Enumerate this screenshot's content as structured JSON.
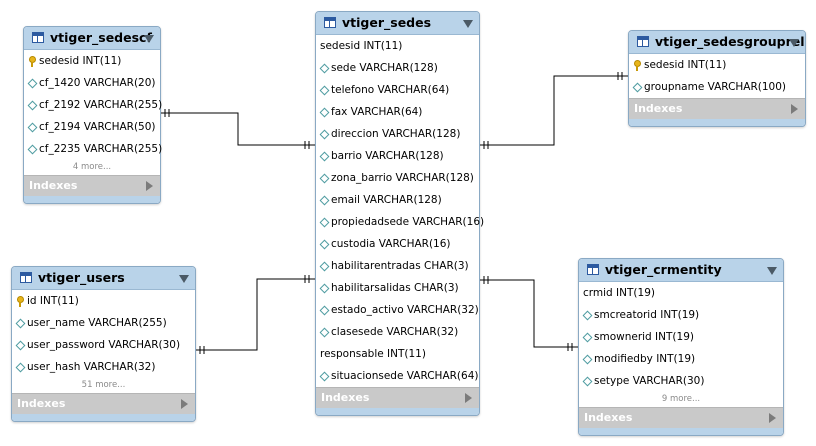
{
  "tables": [
    {
      "id": "vtiger_sedescf",
      "title": "vtiger_sedescf",
      "columns": [
        {
          "text": "sedesid INT(11)",
          "icon": "primary-key-icon"
        },
        {
          "text": "cf_1420 VARCHAR(20)",
          "icon": "column-diamond-icon"
        },
        {
          "text": "cf_2192 VARCHAR(255)",
          "icon": "column-diamond-icon"
        },
        {
          "text": "cf_2194 VARCHAR(50)",
          "icon": "column-diamond-icon"
        },
        {
          "text": "cf_2235 VARCHAR(255)",
          "icon": "column-diamond-icon"
        }
      ],
      "more": "4 more...",
      "indexes_label": "Indexes"
    },
    {
      "id": "vtiger_sedes",
      "title": "vtiger_sedes",
      "columns": [
        {
          "text": "sedesid INT(11)",
          "icon": ""
        },
        {
          "text": "sede VARCHAR(128)",
          "icon": "column-diamond-icon"
        },
        {
          "text": "telefono VARCHAR(64)",
          "icon": "column-diamond-icon"
        },
        {
          "text": "fax VARCHAR(64)",
          "icon": "column-diamond-icon"
        },
        {
          "text": "direccion VARCHAR(128)",
          "icon": "column-diamond-icon"
        },
        {
          "text": "barrio VARCHAR(128)",
          "icon": "column-diamond-icon"
        },
        {
          "text": "zona_barrio VARCHAR(128)",
          "icon": "column-diamond-icon"
        },
        {
          "text": "email VARCHAR(128)",
          "icon": "column-diamond-icon"
        },
        {
          "text": "propiedadsede VARCHAR(16)",
          "icon": "column-diamond-icon"
        },
        {
          "text": "custodia VARCHAR(16)",
          "icon": "column-diamond-icon"
        },
        {
          "text": "habilitarentradas CHAR(3)",
          "icon": "column-diamond-icon"
        },
        {
          "text": "habilitarsalidas CHAR(3)",
          "icon": "column-diamond-icon"
        },
        {
          "text": "estado_activo VARCHAR(32)",
          "icon": "column-diamond-icon"
        },
        {
          "text": "clasesede VARCHAR(32)",
          "icon": "column-diamond-icon"
        },
        {
          "text": "responsable INT(11)",
          "icon": ""
        },
        {
          "text": "situacionsede VARCHAR(64)",
          "icon": "column-diamond-icon"
        }
      ],
      "more": "",
      "indexes_label": "Indexes"
    },
    {
      "id": "vtiger_sedesgrouprel",
      "title": "vtiger_sedesgrouprel",
      "columns": [
        {
          "text": "sedesid INT(11)",
          "icon": "primary-key-icon"
        },
        {
          "text": "groupname VARCHAR(100)",
          "icon": "column-diamond-icon"
        }
      ],
      "more": "",
      "indexes_label": "Indexes"
    },
    {
      "id": "vtiger_users",
      "title": "vtiger_users",
      "columns": [
        {
          "text": "id INT(11)",
          "icon": "primary-key-icon"
        },
        {
          "text": "user_name VARCHAR(255)",
          "icon": "column-diamond-icon"
        },
        {
          "text": "user_password VARCHAR(30)",
          "icon": "column-diamond-icon"
        },
        {
          "text": "user_hash VARCHAR(32)",
          "icon": "column-diamond-icon"
        }
      ],
      "more": "51 more...",
      "indexes_label": "Indexes"
    },
    {
      "id": "vtiger_crmentity",
      "title": "vtiger_crmentity",
      "columns": [
        {
          "text": "crmid INT(19)",
          "icon": ""
        },
        {
          "text": "smcreatorid INT(19)",
          "icon": "column-diamond-icon"
        },
        {
          "text": "smownerid INT(19)",
          "icon": "column-diamond-icon"
        },
        {
          "text": "modifiedby INT(19)",
          "icon": "column-diamond-icon"
        },
        {
          "text": "setype VARCHAR(30)",
          "icon": "column-diamond-icon"
        }
      ],
      "more": "9 more...",
      "indexes_label": "Indexes"
    }
  ],
  "relationships": [
    {
      "from": "vtiger_sedescf",
      "to": "vtiger_sedes",
      "type": "one-to-one"
    },
    {
      "from": "vtiger_sedesgrouprel",
      "to": "vtiger_sedes",
      "type": "one-to-one"
    },
    {
      "from": "vtiger_users",
      "to": "vtiger_sedes",
      "type": "one-to-one"
    },
    {
      "from": "vtiger_crmentity",
      "to": "vtiger_sedes",
      "type": "one-to-one"
    }
  ],
  "colors": {
    "header": "#b9d3e9",
    "border": "#8aa9c4",
    "indexes_bar": "#c9c9c9",
    "line": "#000000",
    "primary_key_icon": "#e8b51b",
    "column_icon": "#4f9ca1"
  }
}
